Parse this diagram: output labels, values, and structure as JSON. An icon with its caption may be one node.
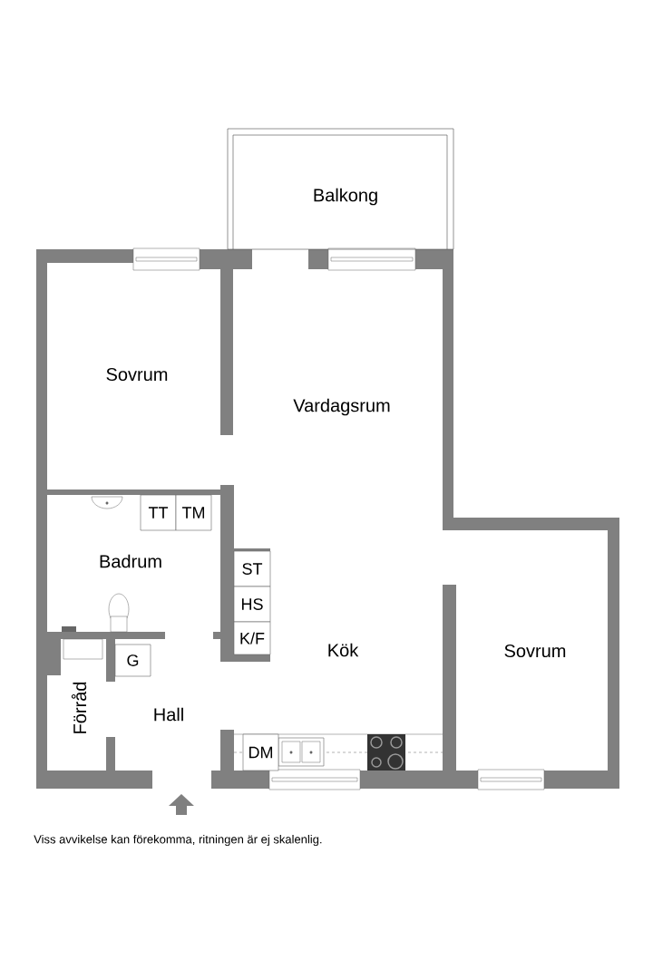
{
  "diagram": {
    "caption": "Viss avvikelse kan förekomma, ritningen är ej skalenlig.",
    "nodes": [
      {
        "text": [
          "TT"
        ]
      },
      {
        "text": [
          "TM"
        ]
      },
      {
        "text": [
          "ST"
        ]
      },
      {
        "text": [
          "HS"
        ]
      },
      {
        "text": [
          "K/F"
        ]
      },
      {
        "text": [
          "G"
        ]
      },
      {
        "text": [
          "DM"
        ]
      }
    ],
    "labels": [
      "Balkong",
      "Sovrum",
      "Vardagsrum",
      "Badrum",
      "Kök",
      "Sovrum",
      "Förråd",
      "Hall"
    ]
  }
}
